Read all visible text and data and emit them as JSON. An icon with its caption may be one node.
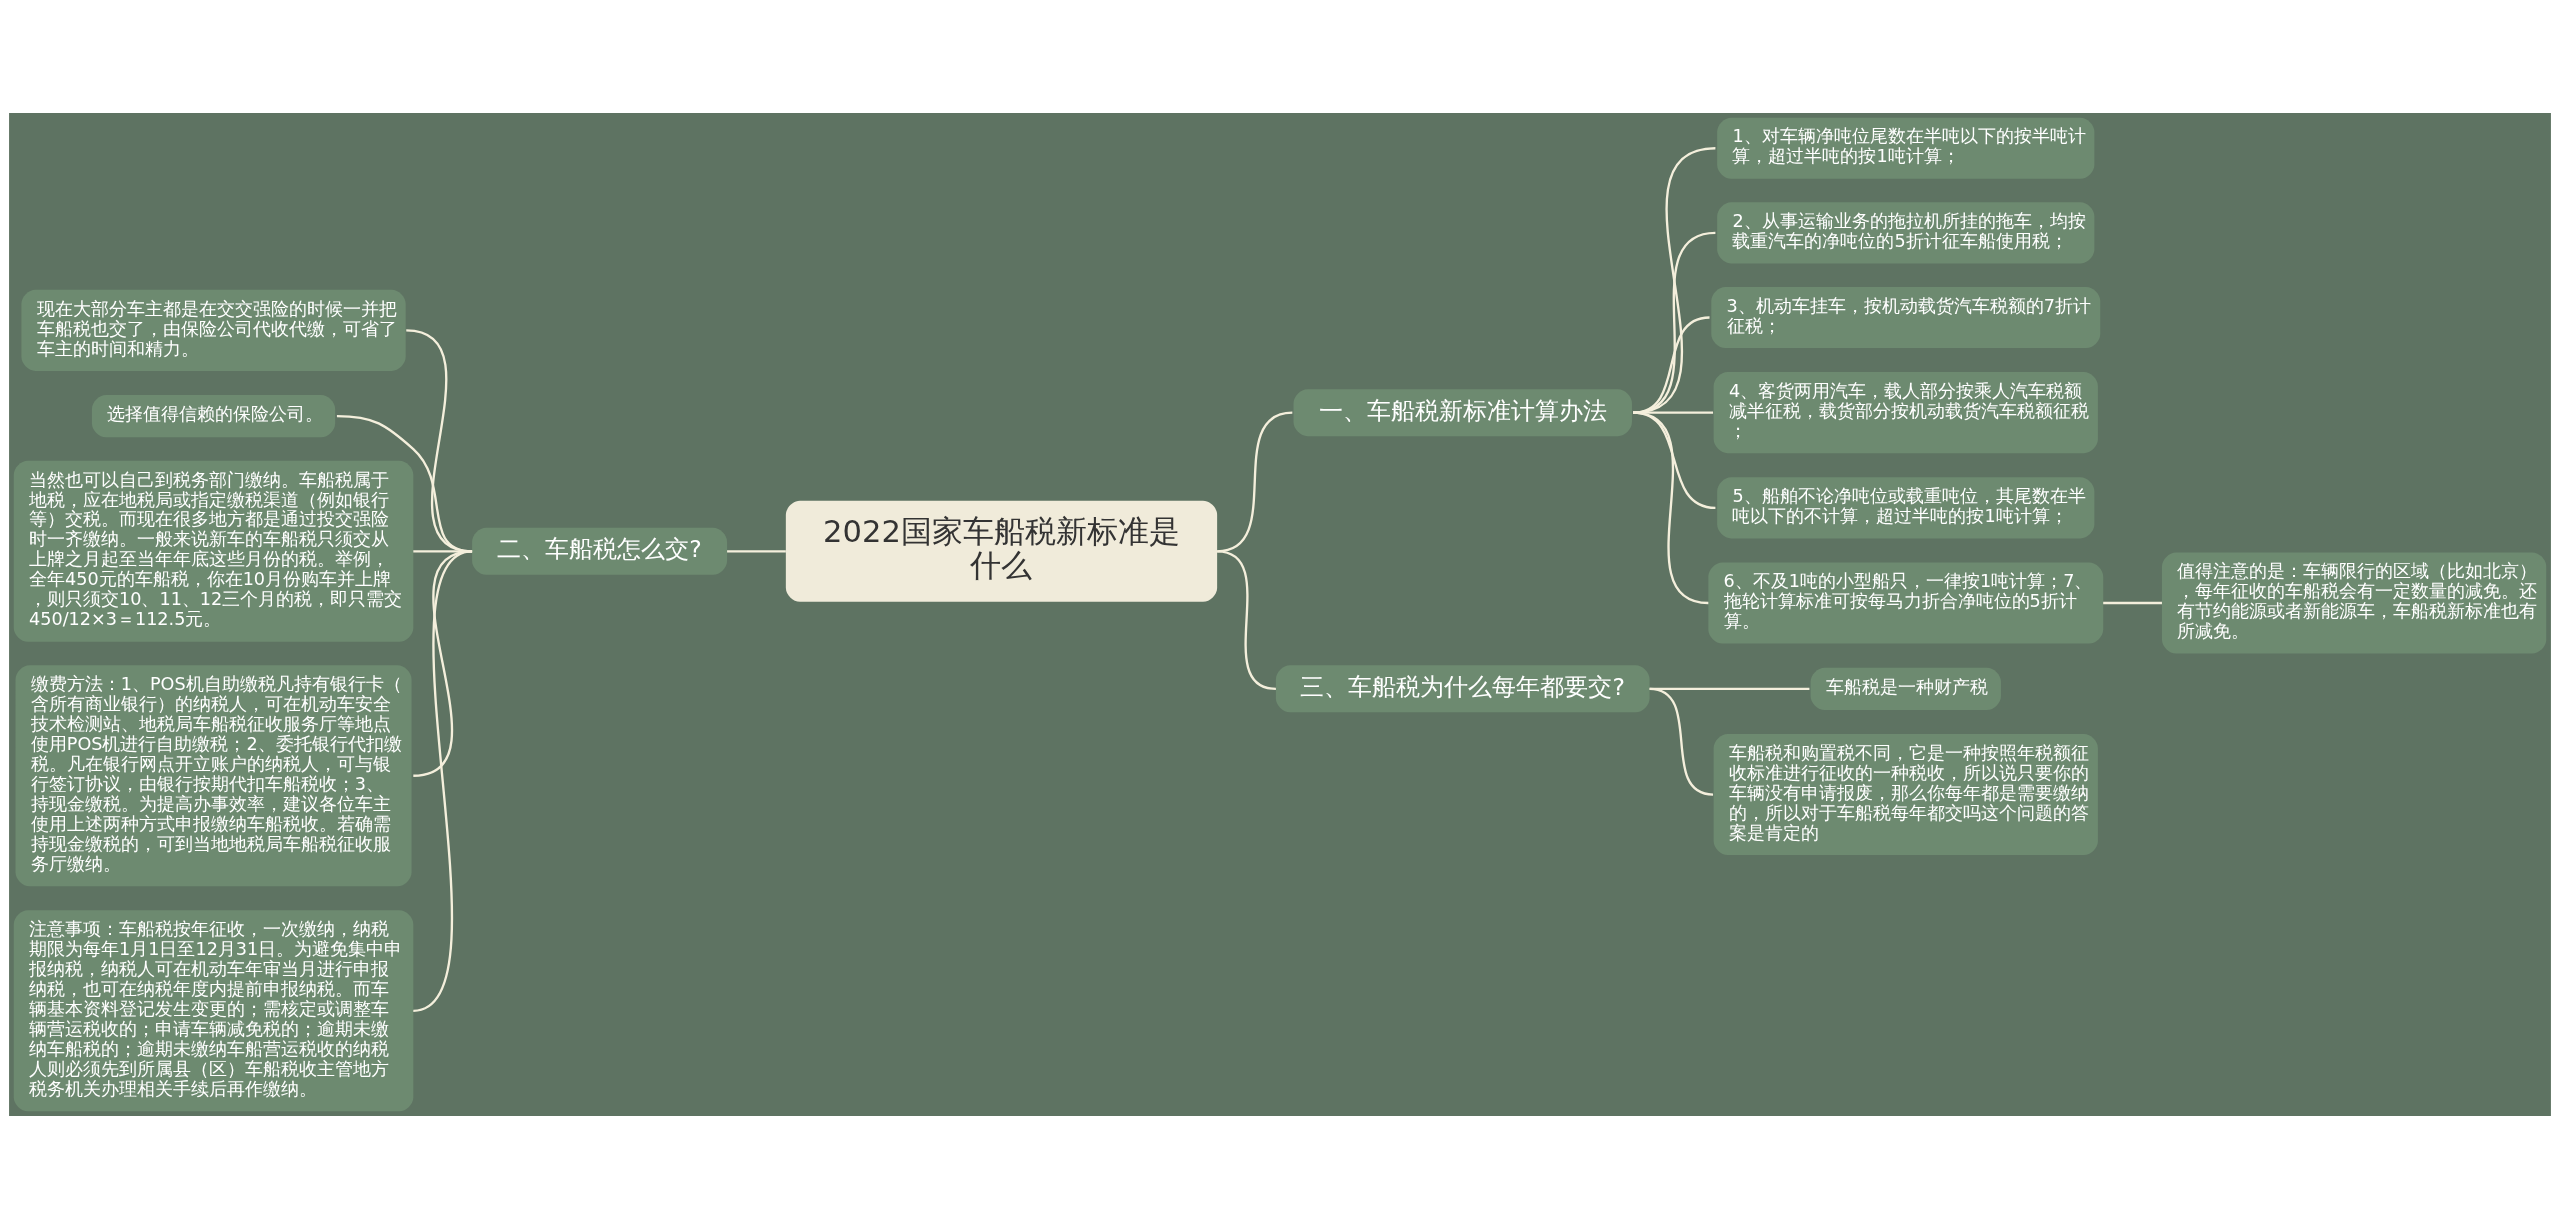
{
  "diagram": {
    "nodes": [
      {
        "text": [
          "2022国家车船税新标准是什么"
        ]
      },
      {
        "text": [
          "一、车船税新标准计算办法"
        ]
      },
      {
        "text": [
          "1、对车辆净吨位尾数在半吨以下的按半吨计算，超过半吨的按1吨计算；"
        ]
      },
      {
        "text": [
          "2、从事运输业务的拖拉机所挂的拖车，均按载重汽车的净吨位的5折计征车船使用税；"
        ]
      },
      {
        "text": [
          "3、机动车挂车，按机动载货汽车税额的7折计征税；"
        ]
      },
      {
        "text": [
          "4、客货两用汽车，载人部分按乘人汽车税额减半征税，载货部分按机动载货汽车税额征税；"
        ]
      },
      {
        "text": [
          "5、船舶不论净吨位或载重吨位，其尾数在半吨以下的不计算，超过半吨的按1吨计算；"
        ]
      },
      {
        "text": [
          "6、不及1吨的小型船只，一律按1吨计算；7、拖轮计算标准可按每马力折合净吨位的5折计算。"
        ]
      },
      {
        "text": [
          "值得注意的是：车辆限行的区域（比如北京），每年征收的车船税会有一定数量的减免。还有节约能源或者新能源车，车船税新标准也有所减免。"
        ]
      },
      {
        "text": [
          "二、车船税怎么交?"
        ]
      },
      {
        "text": [
          "现在大部分车主都是在交交强险的时候一并把车船税也交了，由保险公司代收代缴，可省了车主的时间和精力。"
        ]
      },
      {
        "text": [
          "选择值得信赖的保险公司。"
        ]
      },
      {
        "text": [
          "当然也可以自己到税务部门缴纳。车船税属于地税，应在地税局或指定缴税渠道（例如银行等）交税。而现在很多地方都是通过投交强险时一齐缴纳。一般来说新车的车船税只须交从上牌之月起至当年年底这些月份的税。举例，全年450元的车船税，你在10月份购车并上牌，则只须交10、11、12三个月的税，即只需交450/12×3＝112.5元。"
        ]
      },
      {
        "text": [
          "缴费方法：1、POS机自助缴税凡持有银行卡（含所有商业银行）的纳税人，可在机动车安全技术检测站、地税局车船税征收服务厅等地点使用POS机进行自助缴税；2、委托银行代扣缴税。凡在银行网点开立账户的纳税人，可与银行签订协议，由银行按期代扣车船税收；3、持现金缴税。为提高办事效率，建议各位车主使用上述两种方式申报缴纳车船税收。若确需持现金缴税的，可到当地地税局车船税征收服务厅缴纳。"
        ]
      },
      {
        "text": [
          "注意事项：车船税按年征收，一次缴纳，纳税期限为每年1月1日至12月31日。为避免集中申报纳税，纳税人可在机动车年审当月进行申报纳税，也可在纳税年度内提前申报纳税。而车辆基本资料登记发生变更的；需核定或调整车辆营运税收的；申请车辆减免税的；逾期未缴纳车船税的；逾期未缴纳车船营运税收的纳税人则必须先到所属县（区）车船税收主管地方税务机关办理相关手续后再作缴纳。"
        ]
      },
      {
        "text": [
          "三、车船税为什么每年都要交?"
        ]
      },
      {
        "text": [
          "车船税是一种财产税"
        ]
      },
      {
        "text": [
          "车船税和购置税不同，它是一种按照年税额征收标准进行征收的一种税收，所以说只要你的车辆没有申请报废，那么你每年都是需要缴纳的，所以对于车船税每年都交吗这个问题的答案是肯定的"
        ]
      }
    ],
    "edges": [
      {
        "from": 0,
        "to": 1,
        "arrow": "none"
      },
      {
        "from": 1,
        "to": 2,
        "arrow": "none"
      },
      {
        "from": 1,
        "to": 3,
        "arrow": "none"
      },
      {
        "from": 1,
        "to": 4,
        "arrow": "none"
      },
      {
        "from": 1,
        "to": 5,
        "arrow": "none"
      },
      {
        "from": 1,
        "to": 6,
        "arrow": "none"
      },
      {
        "from": 1,
        "to": 7,
        "arrow": "none"
      },
      {
        "from": 7,
        "to": 8,
        "arrow": "none"
      },
      {
        "from": 9,
        "to": 0,
        "arrow": "none"
      },
      {
        "from": 10,
        "to": 9,
        "arrow": "none"
      },
      {
        "from": 11,
        "to": 9,
        "arrow": "none"
      },
      {
        "from": 12,
        "to": 9,
        "arrow": "none"
      },
      {
        "from": 13,
        "to": 9,
        "arrow": "none"
      },
      {
        "from": 14,
        "to": 9,
        "arrow": "none"
      },
      {
        "from": 0,
        "to": 15,
        "arrow": "none"
      },
      {
        "from": 15,
        "to": 16,
        "arrow": "none"
      },
      {
        "from": 15,
        "to": 17,
        "arrow": "none"
      }
    ]
  }
}
